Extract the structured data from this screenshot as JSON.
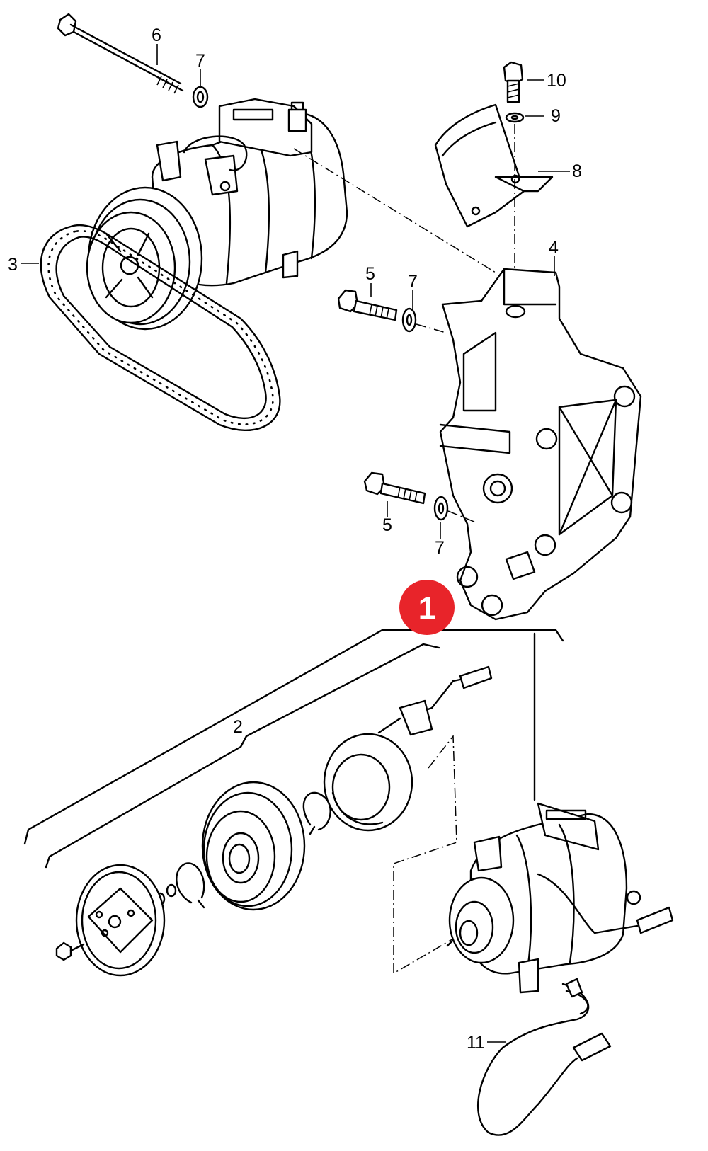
{
  "diagram": {
    "callouts": {
      "c2": "2",
      "c3": "3",
      "c4": "4",
      "c5a": "5",
      "c5b": "5",
      "c6": "6",
      "c7a": "7",
      "c7b": "7",
      "c7c": "7",
      "c8": "8",
      "c9": "9",
      "c10": "10",
      "c11": "11"
    },
    "marker": {
      "label": "1",
      "color": "#e8242a"
    }
  }
}
